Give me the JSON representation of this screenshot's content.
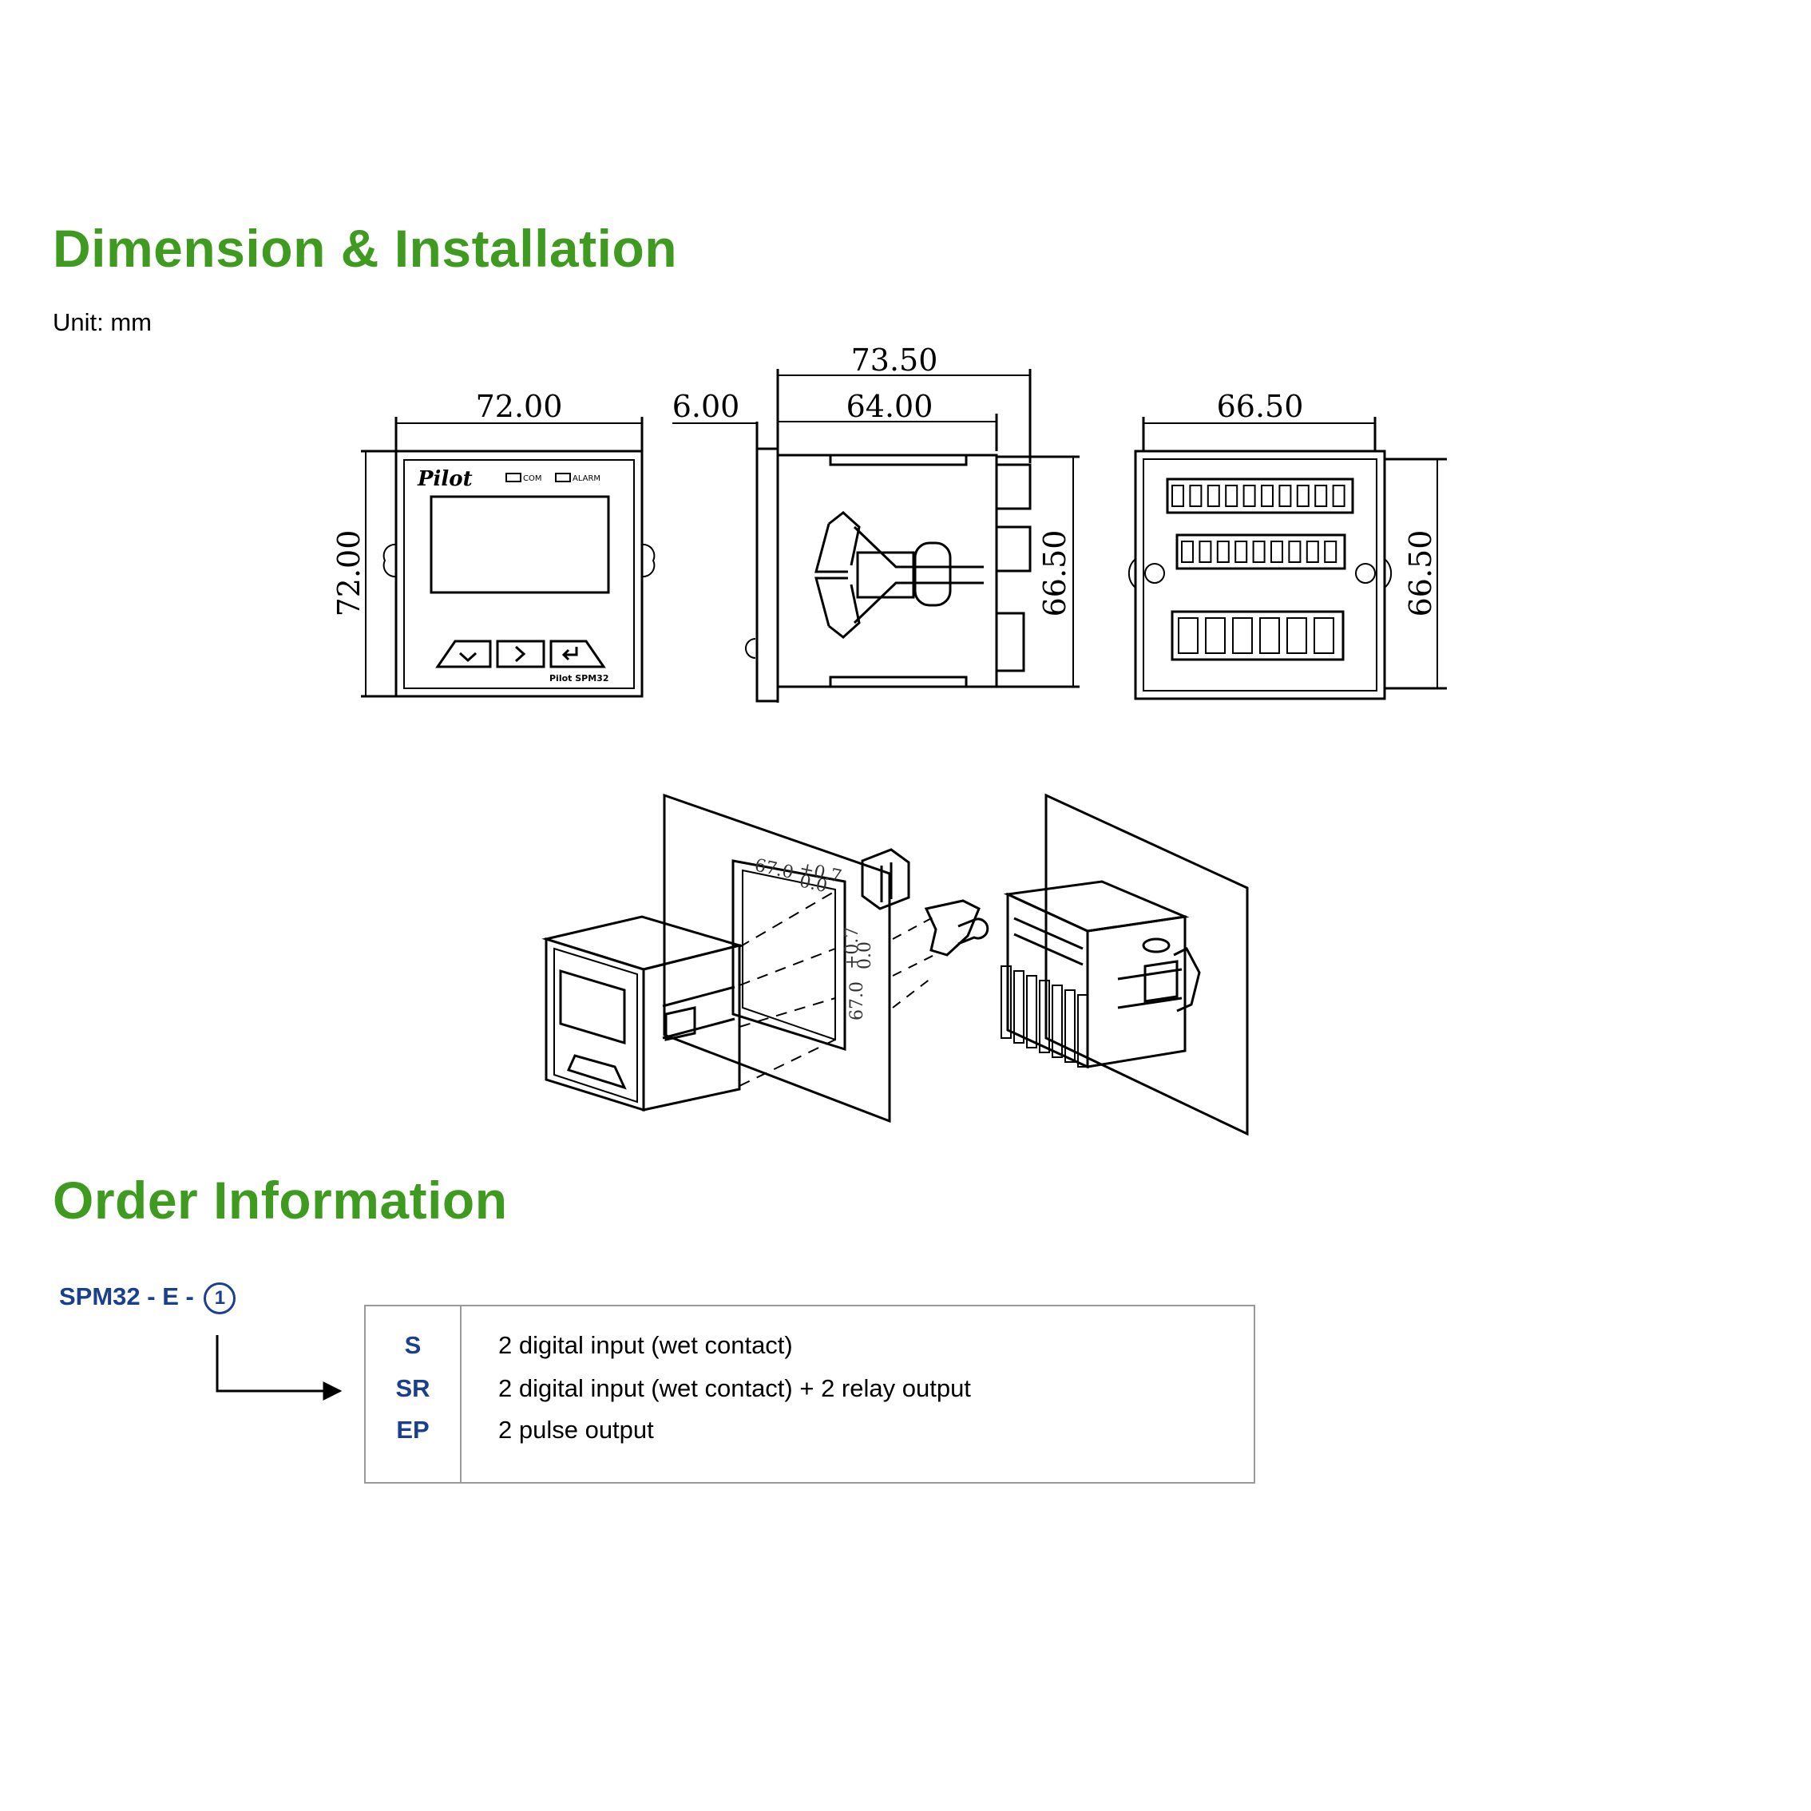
{
  "dimension": {
    "title": "Dimension & Installation",
    "unit": "Unit: mm",
    "front": {
      "width": "72.00",
      "height": "72.00",
      "brand": "Pilot",
      "led_com": "COM",
      "led_alarm": "ALARM",
      "model": "Pilot SPM32"
    },
    "side": {
      "bezel": "6.00",
      "body": "64.00",
      "total": "73.50",
      "height": "66.50"
    },
    "rear": {
      "width": "66.50",
      "height": "66.50"
    },
    "cutout": {
      "width": "67.0",
      "width_tol_upper": "+0.7",
      "width_tol_lower": "0.0",
      "height": "67.0",
      "height_tol_upper": "+0.7",
      "height_tol_lower": "0.0"
    }
  },
  "order": {
    "title": "Order Information",
    "code_prefix": "SPM32 - E - ",
    "code_marker": "1",
    "options": [
      {
        "code": "S",
        "desc": "2 digital input (wet contact)"
      },
      {
        "code": "SR",
        "desc": "2 digital input (wet contact) + 2 relay output"
      },
      {
        "code": "EP",
        "desc": "2 pulse output"
      }
    ]
  },
  "colors": {
    "heading": "#3e9b1f",
    "code": "#1b3f8f"
  }
}
